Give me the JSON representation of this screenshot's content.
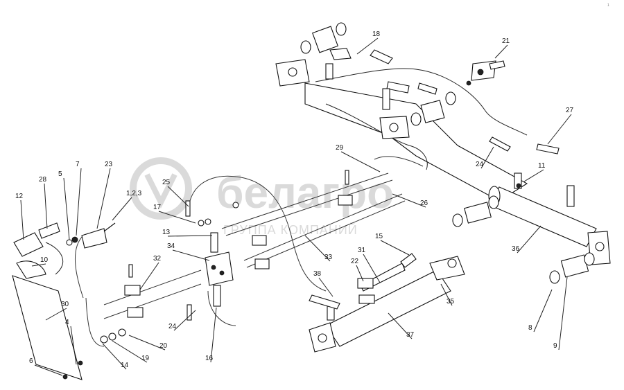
{
  "watermark": {
    "brand": "белагро",
    "sub": "ГРУППА КОМПАНИЙ"
  },
  "corner_mark": "1",
  "callouts": [
    "18",
    "21",
    "27",
    "11",
    "24",
    "29",
    "26",
    "36",
    "9",
    "8",
    "35",
    "37",
    "15",
    "31",
    "22",
    "38",
    "33",
    "34",
    "13",
    "17",
    "25",
    "24",
    "16",
    "20",
    "19",
    "14",
    "32",
    "23",
    "7",
    "5",
    "28",
    "12",
    "1,2,3",
    "10",
    "30",
    "4",
    "6"
  ]
}
